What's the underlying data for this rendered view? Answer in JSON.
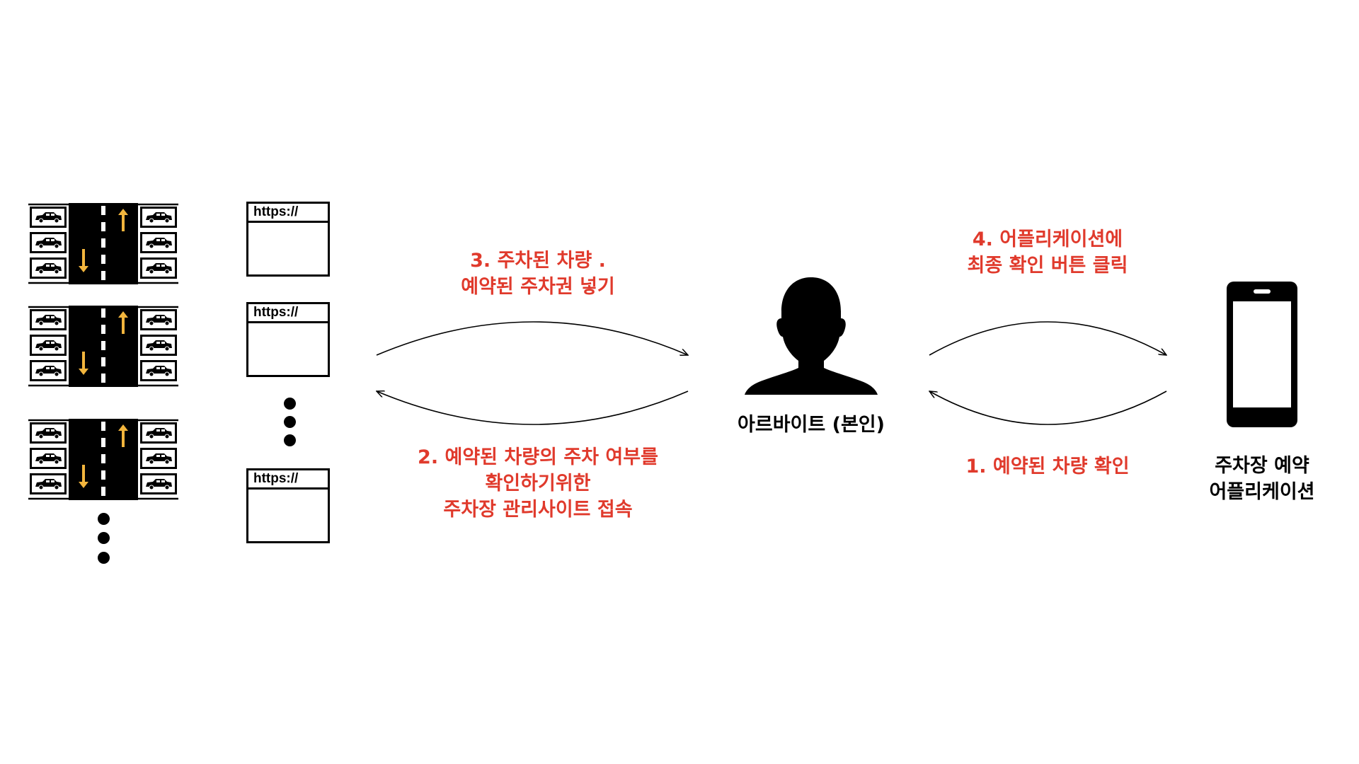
{
  "browser": {
    "url_label": "https://"
  },
  "steps": {
    "step3_line1": "3.  주차된 차량 .",
    "step3_line2": "예약된 주차권 넣기",
    "step2_line1": "2. 예약된 차량의 주차 여부를",
    "step2_line2": "확인하기위한",
    "step2_line3": "주차장 관리사이트 접속",
    "step4_line1": "4. 어플리케이션에",
    "step4_line2": "최종 확인 버튼 클릭",
    "step1": "1. 예약된 차량 확인"
  },
  "person": {
    "label": "아르바이트 (본인)"
  },
  "phone": {
    "label_line1": "주차장 예약",
    "label_line2": "어플리케이션"
  },
  "colors": {
    "accent_red": "#e03a2c",
    "arrow_yellow": "#f2b53d",
    "ink": "#000000"
  }
}
